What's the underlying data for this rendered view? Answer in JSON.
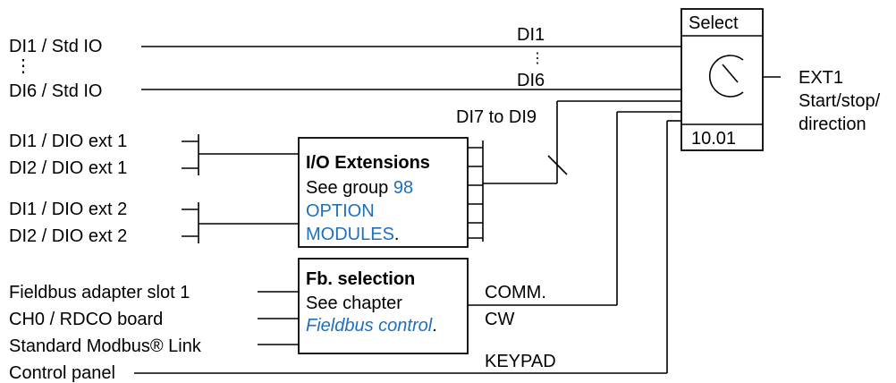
{
  "sources": {
    "std_di1": "DI1 / Std IO",
    "std_di6": "DI6 / Std IO",
    "ext1_di1": "DI1 / DIO ext 1",
    "ext1_di2": "DI2 / DIO ext 1",
    "ext2_di1": "DI1 / DIO ext 2",
    "ext2_di2": "DI2 / DIO ext 2",
    "fieldbus_slot": "Fieldbus adapter slot 1",
    "rdco": "CH0 / RDCO board",
    "modbus": "Standard Modbus® Link",
    "control_panel": "Control panel"
  },
  "signals": {
    "di1": "DI1",
    "di6": "DI6",
    "di7_9": "DI7 to DI9",
    "comm": "COMM.",
    "cw": "CW",
    "keypad": "KEYPAD"
  },
  "io_box": {
    "title": "I/O Extensions",
    "see": "See group",
    "group_num": "98",
    "link_line1": "OPTION",
    "link_line2": "MODULES",
    "period": "."
  },
  "fb_box": {
    "title": "Fb. selection",
    "see": "See chapter",
    "link": "Fieldbus control",
    "period": "."
  },
  "select_block": {
    "header": "Select",
    "param": "10.01"
  },
  "output": {
    "line1": "EXT1",
    "line2": "Start/stop/",
    "line3": "direction"
  },
  "colors": {
    "link": "#1f6fbf",
    "line": "#000000"
  }
}
